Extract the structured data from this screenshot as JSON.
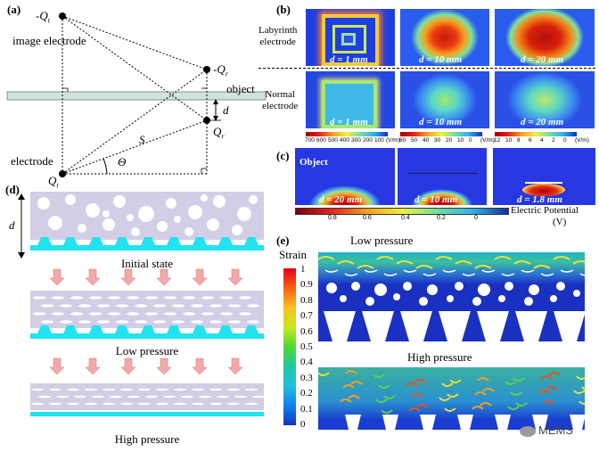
{
  "panel_a": {
    "letter": "(a)",
    "neg_qt": "-Q",
    "neg_qt_sub": "t",
    "image_electrode": "image electrode",
    "neg_qr": "-Q",
    "neg_qr_sub": "r",
    "object": "object",
    "d": "d",
    "qr": "Q",
    "qr_sub": "r",
    "s": "S",
    "electrode": "electrode",
    "theta": "Θ",
    "qt": "Q",
    "qt_sub": "t"
  },
  "panel_b": {
    "letter": "(b)",
    "labyrinth": "Labyrinth\nelectrode",
    "normal": "Normal\nelectrode",
    "row1": [
      "d = 1 mm",
      "d = 10 mm",
      "d = 20 mm"
    ],
    "row2": [
      "d = 1 mm",
      "d = 10 mm",
      "d = 20 mm"
    ],
    "cb1_ticks": [
      "700",
      "600",
      "500",
      "400",
      "300",
      "200",
      "100",
      "(V/m)"
    ],
    "cb2_ticks": [
      "60",
      "50",
      "40",
      "30",
      "20",
      "10",
      "0",
      "(V/m)"
    ],
    "cb3_ticks": [
      "12",
      "10",
      "8",
      "6",
      "4",
      "2",
      "0",
      "(V/m)"
    ]
  },
  "panel_c": {
    "letter": "(c)",
    "object": "Object",
    "labels": [
      "d = 20 mm",
      "d = 10 mm",
      "d = 1.8 mm"
    ],
    "cb_ticks": [
      "0.8",
      "0.6",
      "0.4",
      "0.2",
      "0"
    ],
    "cb_title": "Electric Potential",
    "cb_unit": "(V)"
  },
  "panel_d": {
    "letter": "(d)",
    "d": "d",
    "initial": "Initial state",
    "low": "Low pressure",
    "high": "High pressure"
  },
  "panel_e": {
    "letter": "(e)",
    "strain": "Strain",
    "scale": [
      "1",
      "0.9",
      "0.8",
      "0.7",
      "0.6",
      "0.5",
      "0.4",
      "0.3",
      "0.2",
      "0.1",
      "0"
    ],
    "low": "Low pressure",
    "high": "High pressure"
  },
  "watermark": "MEMS",
  "colors": {
    "plate": "#cfe2db",
    "foam": "#d3cde6",
    "cyan": "#22e3f0",
    "arrow": "#f2aaa8"
  }
}
